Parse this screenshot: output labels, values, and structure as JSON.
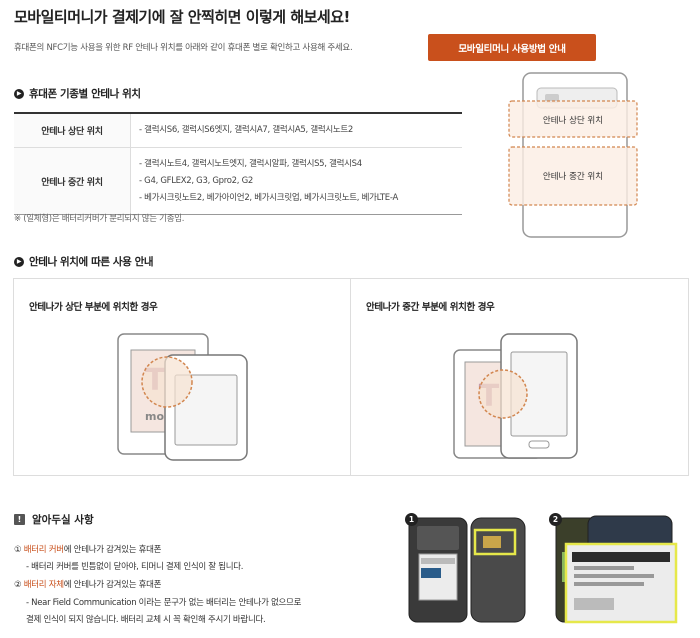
{
  "header": {
    "title": "모바일티머니가 결제기에 잘 안찍히면 이렇게 해보세요!",
    "intro": "휴대폰의 NFC기능 사용을 위한 RF 안테나 위치를 아래와 같이 휴대폰 별로 확인하고 사용해 주세요.",
    "guide_button": "모바일티머니 사용방법 안내"
  },
  "antenna_section": {
    "title": "휴대폰 기종별 안테나 위치",
    "rows": [
      {
        "label": "안테나 상단 위치",
        "lines": [
          "- 갤럭시S6, 갤럭시S6엣지, 갤럭시A7, 갤럭시A5, 갤럭시노트2"
        ]
      },
      {
        "label": "안테나 중간 위치",
        "lines": [
          "- 갤럭시노트4, 갤럭시노트엣지, 갤럭시알파, 갤럭시S5, 갤럭시S4",
          "- G4, GFLEX2, G3, Gpro2, G2",
          "- 베가시크릿노트2, 베가아이언2, 베가시크릿업, 베가시크릿노트, 베가LTE-A"
        ]
      }
    ],
    "footnote": "※ (일체형)은 배터리커버가 분리되지 않는 기종임.",
    "diagram_top_label": "안테나 상단 위치",
    "diagram_mid_label": "안테나 중간 위치"
  },
  "usage_section": {
    "title": "안테나 위치에 따른 사용 안내",
    "case_top": "안테나가 상단 부분에 위치한 경우",
    "case_mid": "안테나가 중간 부분에 위치한 경우",
    "card_text": "mo"
  },
  "notice": {
    "title": "알아두실 사항",
    "item1_num": "①",
    "item1_hl": "배터리 커버",
    "item1_rest": "에 안테나가 감겨있는 휴대폰",
    "item1_sub": "- 배터리 커버를 빈틈없이 닫아야, 티머니 결제 인식이 잘 됩니다.",
    "item2_num": "②",
    "item2_hl": "배터리 자체",
    "item2_rest": "에 안테나가 감겨있는 휴대폰",
    "item2_sub1": "- Near Field Communication 이라는 문구가 없는 배터리는 안테나가 없으므로",
    "item2_sub2": "결제 인식이 되지 않습니다. 배터리 교체 시 꼭 확인해 주시기 바랍니다.",
    "photo1_badge": "1",
    "photo2_badge": "2"
  },
  "colors": {
    "accent": "#c9501c",
    "dashed": "#d2864f",
    "highlight_fill": "#f7e2d2",
    "photo_frame": "#e6e84a"
  }
}
